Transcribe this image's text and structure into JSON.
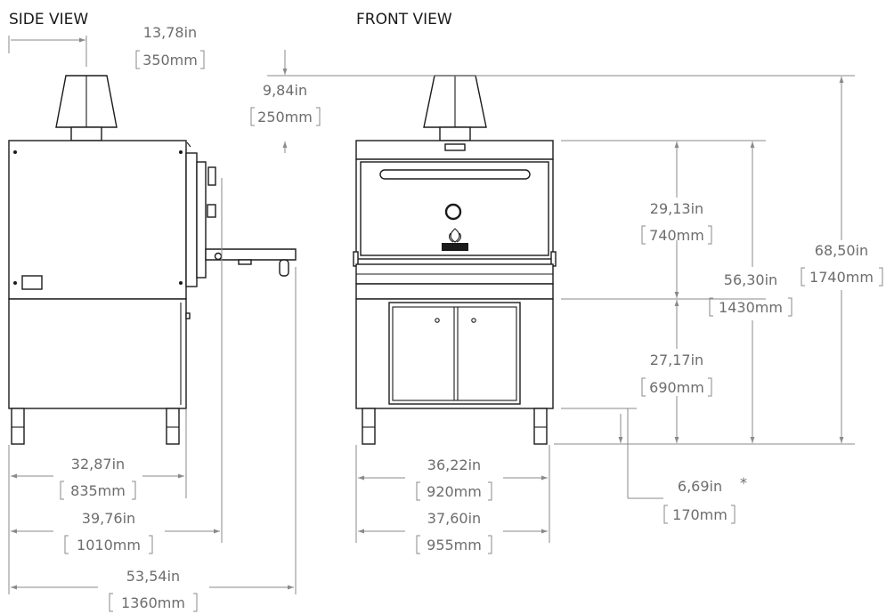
{
  "views": {
    "side_title": "SIDE VIEW",
    "front_title": "FRONT VIEW"
  },
  "dimensions": {
    "side_chimney_offset": {
      "inches": "13,78in",
      "mm": "350mm"
    },
    "chimney_height": {
      "inches": "9,84in",
      "mm": "250mm"
    },
    "oven_height": {
      "inches": "29,13in",
      "mm": "740mm"
    },
    "body_height": {
      "inches": "56,30in",
      "mm": "1430mm"
    },
    "total_height": {
      "inches": "68,50in",
      "mm": "1740mm"
    },
    "cabinet_height": {
      "inches": "27,17in",
      "mm": "690mm"
    },
    "leg_height": {
      "inches": "6,69in",
      "mm": "170mm",
      "note": "*"
    },
    "side_depth": {
      "inches": "32,87in",
      "mm": "835mm"
    },
    "side_depth_door": {
      "inches": "39,76in",
      "mm": "1010mm"
    },
    "side_depth_open": {
      "inches": "53,54in",
      "mm": "1360mm"
    },
    "front_width": {
      "inches": "36,22in",
      "mm": "920mm"
    },
    "front_width_total": {
      "inches": "37,60in",
      "mm": "955mm"
    }
  }
}
